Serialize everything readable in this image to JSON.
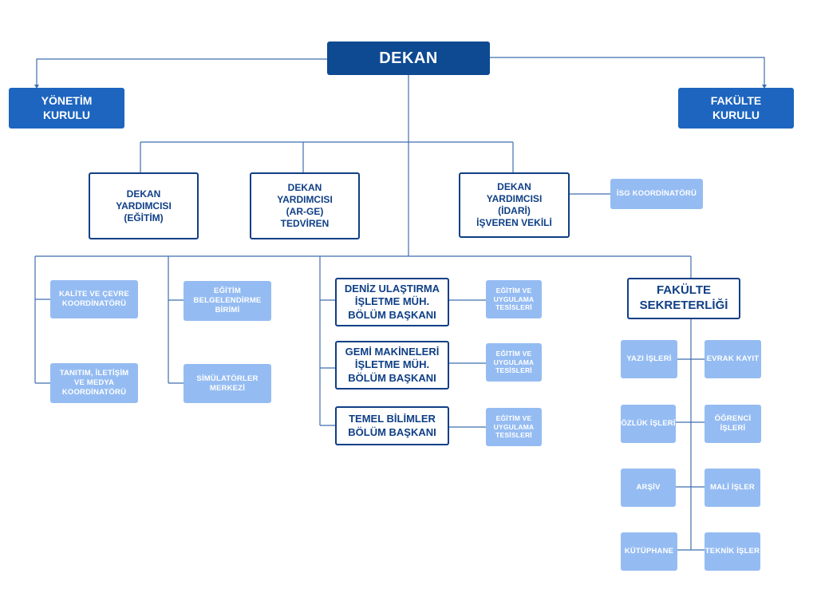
{
  "dean": "DEKAN",
  "board": "YÖNETİM\nKURULU",
  "faculty_board": "FAKÜLTE\nKURULU",
  "vice_deans": {
    "education": "DEKAN\nYARDIMCISI\n(EĞİTİM)",
    "rnd": "DEKAN\nYARDIMCISI\n(AR-GE)\nTEDVİREN",
    "admin": "DEKAN\nYARDIMCISI\n(İDARİ)\nİŞVEREN VEKİLİ"
  },
  "isg": "İSG KOORDİNATÖRÜ",
  "left_units": {
    "quality": "KALİTE VE ÇEVRE\nKOORDİNATÖRÜ",
    "promotion": "TANITIM, İLETİŞİM\nVE MEDYA\nKOORDİNATÖRÜ",
    "certification": "EĞİTİM\nBELGELENDİRME\nBİRİMİ",
    "simulators": "SİMÜLATÖRLER\nMERKEZİ"
  },
  "departments": [
    {
      "head": "DENİZ ULAŞTIRMA\nİŞLETME MÜH.\nBÖLÜM BAŞKANI",
      "facility": "EĞİTİM VE\nUYGULAMA\nTESİSLERİ"
    },
    {
      "head": "GEMİ MAKİNELERİ\nİŞLETME MÜH.\nBÖLÜM BAŞKANI",
      "facility": "EĞİTİM VE\nUYGULAMA\nTESİSLERİ"
    },
    {
      "head": "TEMEL BİLİMLER\nBÖLÜM BAŞKANI",
      "facility": "EĞİTİM VE\nUYGULAMA\nTESİSLERİ"
    }
  ],
  "secretariat": {
    "title": "FAKÜLTE\nSEKRETERLİĞİ",
    "offices": {
      "writing": "YAZI İŞLERİ",
      "records": "EVRAK KAYIT",
      "personnel": "ÖZLÜK İŞLERİ",
      "student": "ÖĞRENCİ\nİŞLERİ",
      "archive": "ARŞİV",
      "finance": "MALİ  İŞLER",
      "library": "KÜTÜPHANE",
      "technical": "TEKNİK İŞLER"
    }
  },
  "colors": {
    "navy": "#0d4a92",
    "blue": "#1d65bf",
    "outline": "#0f3f86",
    "light": "#95bcf2",
    "connector": "#3f6fae"
  }
}
